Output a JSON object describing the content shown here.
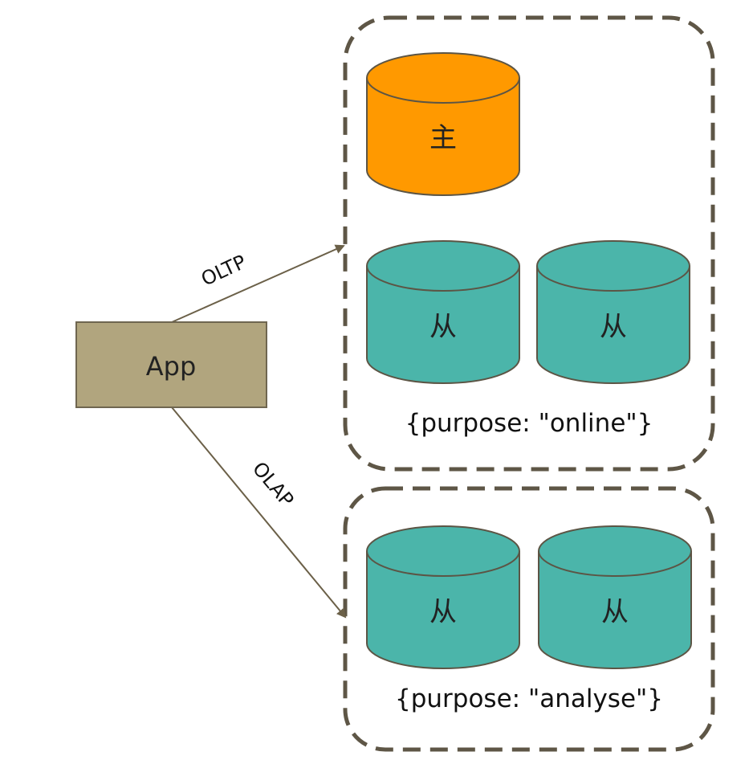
{
  "app": {
    "label": "App"
  },
  "edges": {
    "oltp": "OLTP",
    "olap": "OLAP"
  },
  "online_group": {
    "primary_label": "主",
    "secondary_labels": [
      "从",
      "从"
    ],
    "tag": "{purpose: \"online\"}"
  },
  "analyse_group": {
    "secondary_labels": [
      "从",
      "从"
    ],
    "tag": "{purpose: \"analyse\"}"
  },
  "colors": {
    "app_fill": "#B1A57E",
    "primary_fill": "#FF9900",
    "secondary_fill": "#4BB5AA",
    "outline": "#5C5545",
    "group_border": "#5E5646",
    "arrow": "#6B6048"
  }
}
